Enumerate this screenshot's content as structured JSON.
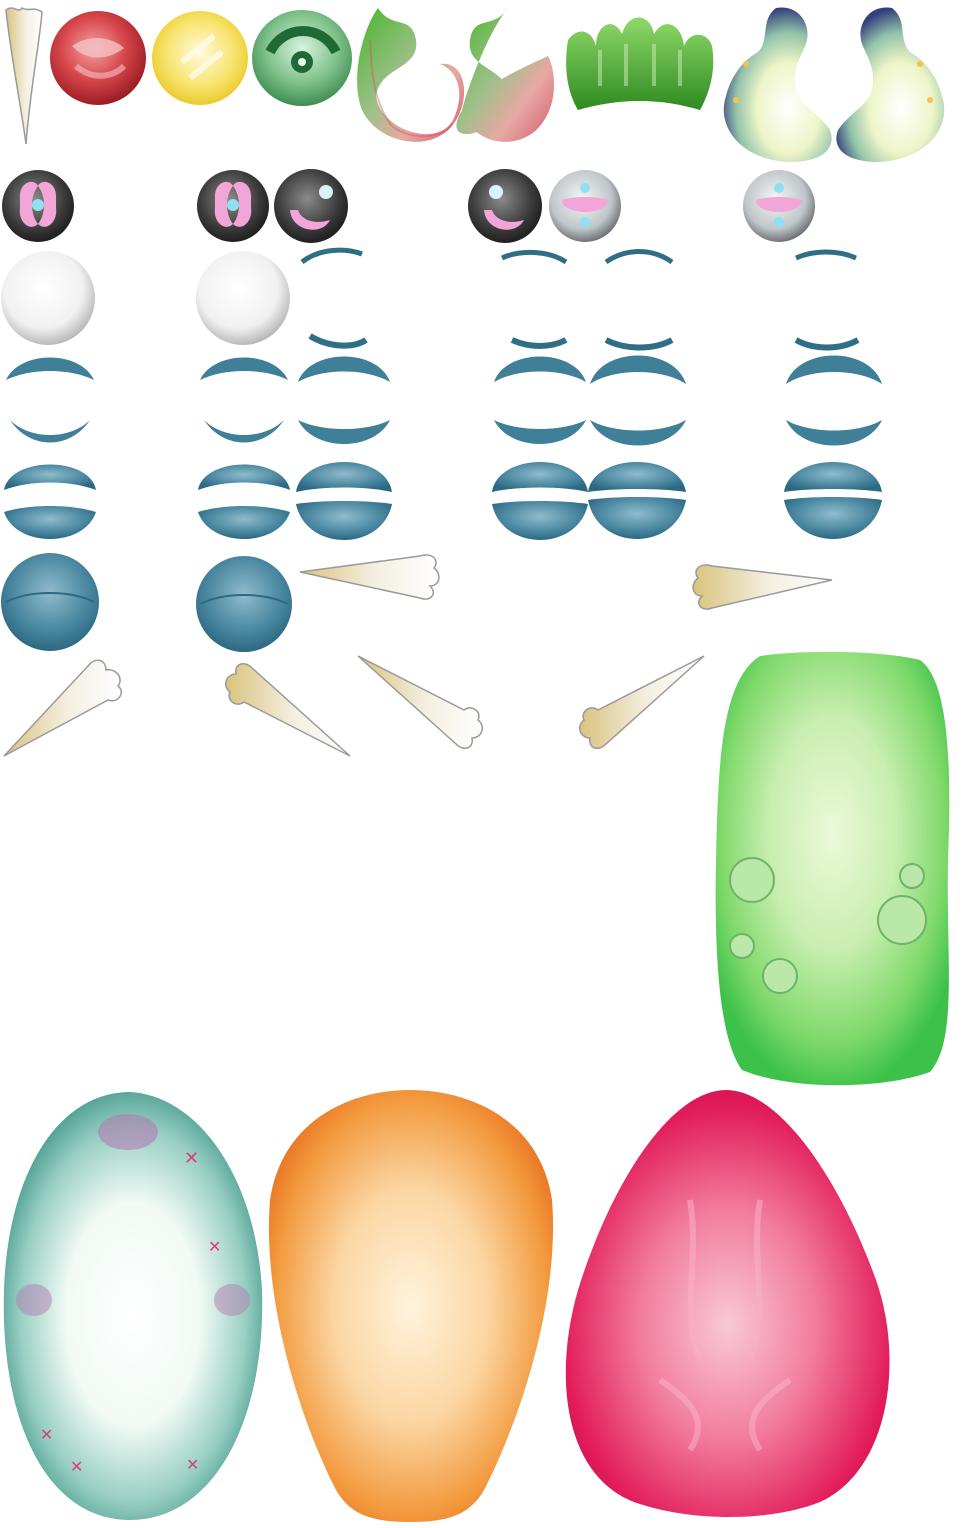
{
  "sprite_sheet": {
    "description_text": "",
    "colors": {
      "background": "#ffffff",
      "eye_blue": "#3f7f97",
      "eye_blue_dark": "#2d6a82",
      "eye_lid_line": "#2f6f86",
      "gem_red": "#c9363d",
      "gem_yellow": "#f2d43a",
      "gem_green": "#5aaa6a",
      "horn_pink": "#d9667a",
      "horn_green": "#4cb23a",
      "crown_green": "#3a9a2c",
      "ear_cream": "#eef5c8",
      "ear_navy": "#31417e",
      "tooth_cream": "#f2f0ea",
      "tooth_tan": "#d9c37d",
      "body_green": "#52c54a",
      "body_teal": "#3d9a8c",
      "body_orange": "#ef8a2a",
      "body_pink": "#e0205a",
      "pupil_dark": "#3a3a3a",
      "iris_pink": "#f2a6d8",
      "iris_cyan": "#8fe0f0"
    },
    "parts": [
      {
        "name": "tooth-icon"
      },
      {
        "name": "red-gem-icon"
      },
      {
        "name": "yellow-gem-icon"
      },
      {
        "name": "green-gem-icon"
      },
      {
        "name": "horn-left-icon"
      },
      {
        "name": "horn-right-icon"
      },
      {
        "name": "green-crown-icon"
      },
      {
        "name": "ear-left-icon"
      },
      {
        "name": "ear-right-icon"
      },
      {
        "name": "green-body"
      },
      {
        "name": "teal-body"
      },
      {
        "name": "orange-body"
      },
      {
        "name": "pink-body"
      }
    ]
  }
}
